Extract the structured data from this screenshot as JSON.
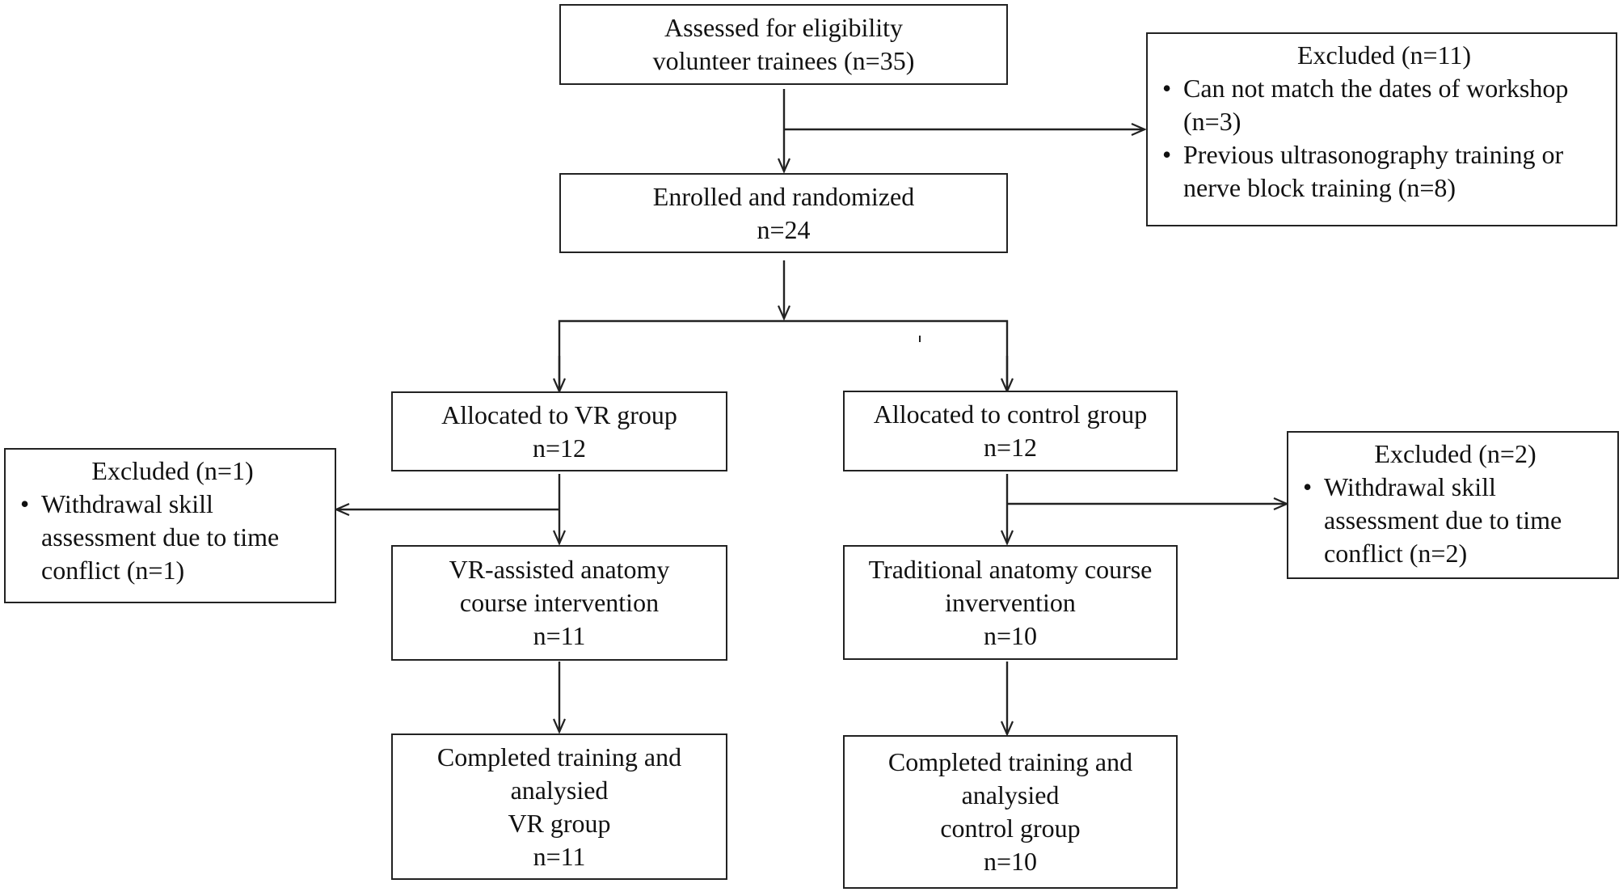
{
  "boxes": {
    "assessed": {
      "lines": [
        "Assessed for eligibility",
        "volunteer trainees  (n=35)"
      ]
    },
    "enrolled": {
      "lines": [
        "Enrolled and randomized",
        "n=24"
      ]
    },
    "alloc_vr": {
      "lines": [
        "Allocated to VR group",
        "n=12"
      ]
    },
    "alloc_control": {
      "lines": [
        "Allocated to control group",
        "n=12"
      ]
    },
    "vr_course": {
      "lines": [
        "VR-assisted anatomy",
        "course intervention",
        "n=11"
      ]
    },
    "trad_course": {
      "lines": [
        "Traditional anatomy course",
        "invervention",
        "n=10"
      ]
    },
    "completed_vr": {
      "lines": [
        "Completed training and",
        "analysied",
        "VR  group",
        "n=11"
      ]
    },
    "completed_control": {
      "lines": [
        "Completed training and",
        "analysied",
        "control group",
        "n=10"
      ]
    }
  },
  "exclusions": {
    "top": {
      "heading": "Excluded (n=11)",
      "items": [
        "Can not match the dates of workshop (n=3)",
        "Previous ultrasonography training or nerve block training (n=8)"
      ]
    },
    "vr": {
      "heading": "Excluded (n=1)",
      "items": [
        "Withdrawal skill assessment due to time conflict (n=1)"
      ]
    },
    "control": {
      "heading": "Excluded (n=2)",
      "items": [
        "Withdrawal skill assessment due to time conflict (n=2)"
      ]
    }
  }
}
